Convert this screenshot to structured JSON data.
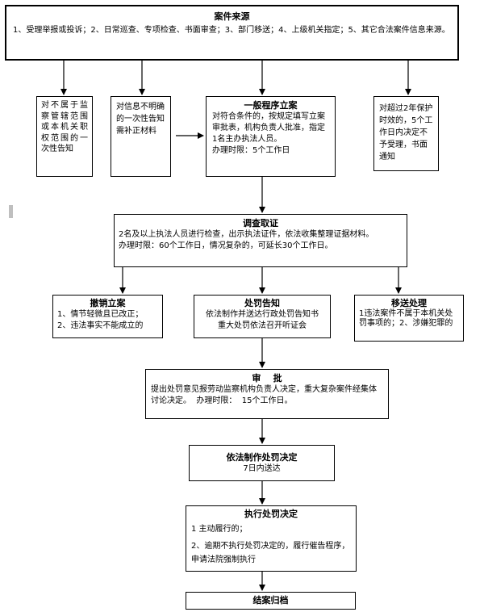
{
  "source": {
    "title": "案件来源",
    "text": "1、受理举报或投诉；2、日常巡查、专项检查、书面审查；3、部门移送；4、上级机关指定；5、其它合法案件信息来源。"
  },
  "not_in_scope": {
    "text": "对不属于监察管辖范围或本机关职权范围的一次性告知"
  },
  "unclear_info": {
    "text": "对信息不明确的一次性告知需补正材料"
  },
  "general_filing": {
    "title": "一般程序立案",
    "text": "对符合条件的，按规定填写立案审批表，机构负责人批准，指定1名主办执法人员。",
    "deadline": "办理时限：5个工作日"
  },
  "expired": {
    "text": "对超过2年保护时效的，5个工作日内决定不予受理，书面通知"
  },
  "investigation": {
    "title": "调查取证",
    "text": "2名及以上执法人员进行检查，出示执法证件，依法收集整理证据材料。",
    "deadline": "办理时限：60个工作日，情况复杂的，可延长30个工作日。"
  },
  "revoke": {
    "title": "撤销立案",
    "line1": "1、情节轻微且已改正；",
    "line2": "2、违法事实不能成立的"
  },
  "penalty_notice": {
    "title": "处罚告知",
    "line1": "依法制作并送达行政处罚告知书",
    "line2": "重大处罚依法召开听证会"
  },
  "transfer": {
    "title": "移送处理",
    "text": "1违法案件不属于本机关处罚事项的；2、涉嫌犯罪的"
  },
  "approval": {
    "title": "审    批",
    "text": "提出处罚意见报劳动监察机构负责人决定，重大复杂案件经集体讨论决定。  办理时限：  15个工作日。"
  },
  "decision": {
    "title": "依法制作处罚决定",
    "text": "7日内送达"
  },
  "execute": {
    "title": "执行处罚决定",
    "line1": "1 主动履行的；",
    "line2": "2、逾期不执行处罚决定的，履行催告程序，申请法院强制执行"
  },
  "close": {
    "title": "结案归档"
  }
}
